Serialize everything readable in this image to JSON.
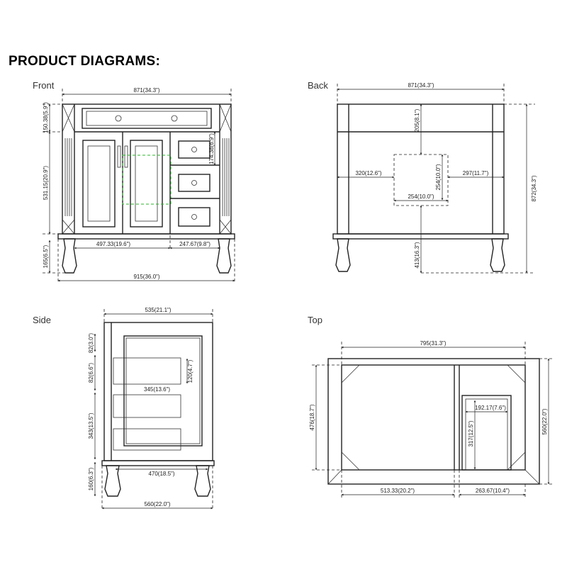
{
  "title": "PRODUCT DIAGRAMS:",
  "views": {
    "front": {
      "label": "Front",
      "dims": {
        "width_top": "871(34.3\")",
        "width_total": "915(36.0\")",
        "top_rail_height": "150.38(5.9\")",
        "body_height": "531.15(20.9\")",
        "leg_height": "165(6.5\")",
        "door_width": "497.33(19.6\")",
        "drawer_width": "247.67(9.8\")",
        "drawer_height": "174.38(6.9\")"
      }
    },
    "back": {
      "label": "Back",
      "dims": {
        "width": "871(34.3\")",
        "height": "872(34.3\")",
        "top_to_cutout": "205(8.1\")",
        "left_to_cutout": "320(12.6\")",
        "right_to_cutout": "297(11.7\")",
        "cutout_width": "254(10.0\")",
        "cutout_height": "254(10.0\")",
        "floor_to_cutout": "413(16.3\")"
      }
    },
    "side": {
      "label": "Side",
      "dims": {
        "depth_top": "535(21.1\")",
        "depth_total": "560(22.0\")",
        "top_height": "82(3.0\")",
        "drawer_zone": "82(6.6\")",
        "drawer_depth": "345(13.6\")",
        "drawer_height": "120(4.7\")",
        "lower_height": "343(13.5\")",
        "leg_height": "160(6.3\")",
        "leg_span": "470(18.5\")"
      }
    },
    "top": {
      "label": "Top",
      "dims": {
        "inner_width": "795(31.3\")",
        "inner_depth": "476(18.7\")",
        "outer_depth": "560(22.0\")",
        "left_section": "513.33(20.2\")",
        "right_section": "263.67(10.4\")",
        "box_width": "192.17(7.6\")",
        "box_depth": "317(12.5\")"
      }
    }
  }
}
